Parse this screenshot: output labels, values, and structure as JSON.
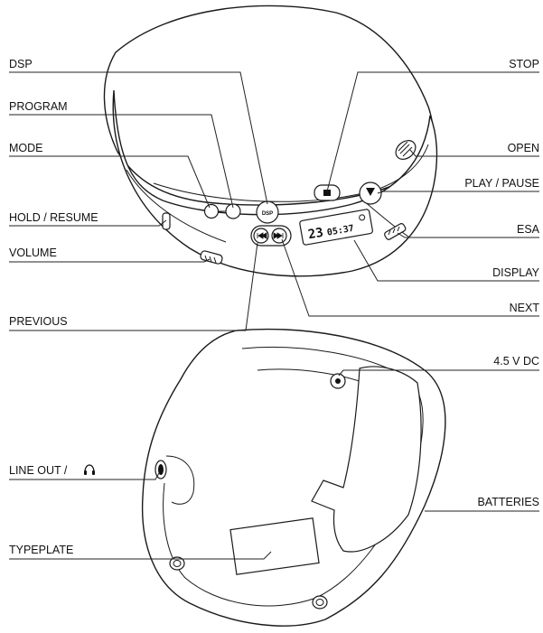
{
  "labels": {
    "dsp": "DSP",
    "program": "PROGRAM",
    "mode": "MODE",
    "hold_resume": "HOLD / RESUME",
    "volume": "VOLUME",
    "previous": "PREVIOUS",
    "stop": "STOP",
    "open": "OPEN",
    "play_pause": "PLAY / PAUSE",
    "esa": "ESA",
    "display": "DISPLAY",
    "next": "NEXT",
    "dc_in": "4.5 V DC",
    "line_out": "LINE OUT /",
    "batteries": "BATTERIES",
    "typeplate": "TYPEPLATE"
  },
  "device": {
    "dsp_button_text": "DSP",
    "display_track": "23",
    "display_time": "05:37"
  },
  "icons": {
    "headphones": "headphones-icon",
    "stop": "stop-icon",
    "play": "play-icon",
    "previous": "previous-icon",
    "next": "next-icon"
  }
}
